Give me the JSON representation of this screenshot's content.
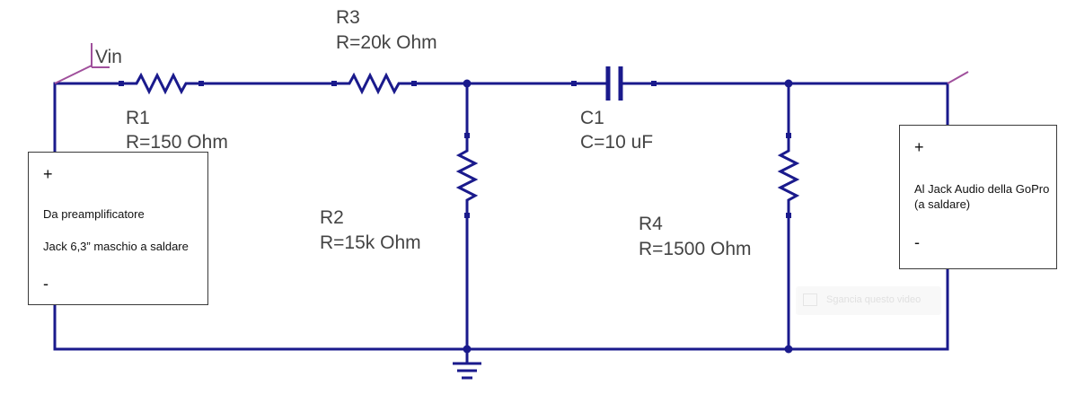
{
  "probes": {
    "input_label": "Vin"
  },
  "components": {
    "r1": {
      "name": "R1",
      "value": "R=150 Ohm"
    },
    "r3": {
      "name": "R3",
      "value": "R=20k Ohm"
    },
    "r2": {
      "name": "R2",
      "value": "R=15k Ohm"
    },
    "c1": {
      "name": "C1",
      "value": "C=10 uF"
    },
    "r4": {
      "name": "R4",
      "value": "R=1500 Ohm"
    }
  },
  "input_box": {
    "plus": "+",
    "line1": "Da preamplificatore",
    "line2": "Jack 6,3” maschio a saldare",
    "minus": "-"
  },
  "output_box": {
    "plus": "+",
    "line1": "Al Jack Audio della GoPro",
    "line2": "(a saldare)",
    "minus": "-"
  },
  "watermark": {
    "text": "Sgancia questo video"
  },
  "colors": {
    "wire": "#1a1a8c",
    "probe": "#a0509c",
    "label": "#444444"
  }
}
